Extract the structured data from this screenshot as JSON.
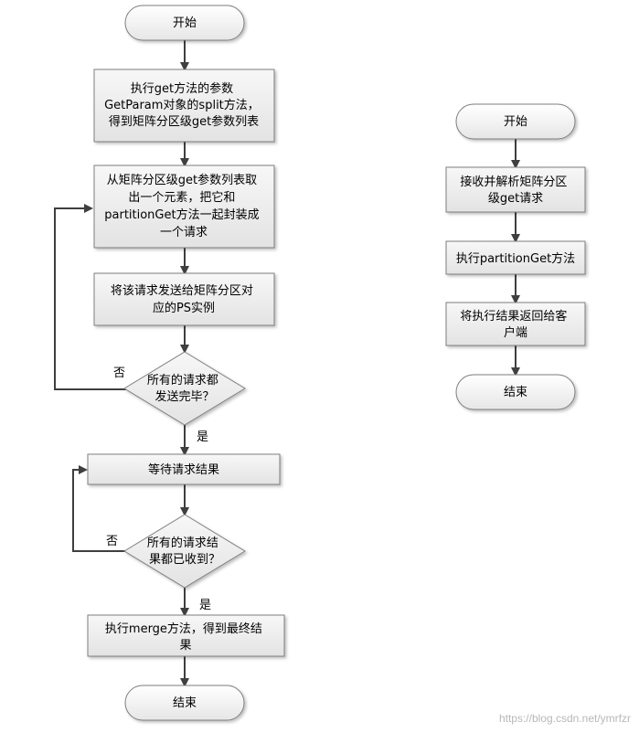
{
  "diagram": {
    "left_flow": {
      "start": "开始",
      "step1": [
        "执行get方法的参数",
        "GetParam对象的split方法，",
        "得到矩阵分区级get参数列表"
      ],
      "step2": [
        "从矩阵分区级get参数列表取",
        "出一个元素，把它和",
        "partitionGet方法一起封装成",
        "一个请求"
      ],
      "step3": [
        "将该请求发送给矩阵分区对",
        "应的PS实例"
      ],
      "decision1": [
        "所有的请求都",
        "发送完毕？"
      ],
      "decision1_no": "否",
      "decision1_yes": "是",
      "step4": [
        "等待请求结果"
      ],
      "decision2": [
        "所有的请求结",
        "果都已收到？"
      ],
      "decision2_no": "否",
      "decision2_yes": "是",
      "step5": [
        "执行merge方法，得到最终结",
        "果"
      ],
      "end": "结束"
    },
    "right_flow": {
      "start": "开始",
      "step1": [
        "接收并解析矩阵分区",
        "级get请求"
      ],
      "step2": [
        "执行partitionGet方法"
      ],
      "step3": [
        "将执行结果返回给客",
        "户端"
      ],
      "end": "结束"
    }
  },
  "watermark": "https://blog.csdn.net/ymrfzr",
  "colors": {
    "box_fill": "#ececec",
    "box_stroke": "#7f7f7f",
    "arrow": "#3f3f3f"
  }
}
